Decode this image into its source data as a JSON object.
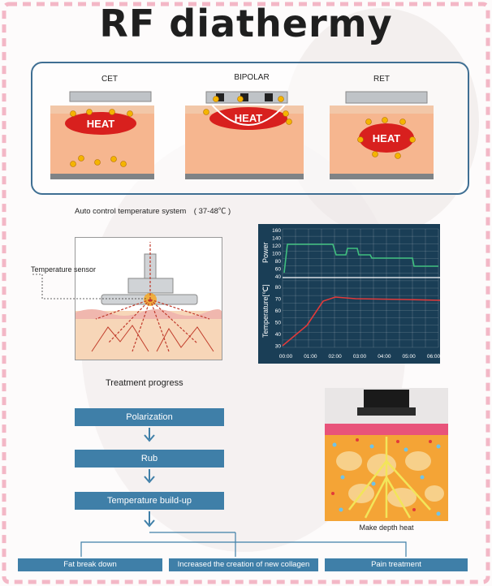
{
  "title": "RF diathermy",
  "rf_panels": [
    {
      "label": "CET",
      "heat": "HEAT"
    },
    {
      "label": "BIPOLAR",
      "heat": "HEAT"
    },
    {
      "label": "RET",
      "heat": "HEAT"
    }
  ],
  "auto_control_text": "Auto control temperature system　( 37-48℃ )",
  "sensor_label": "Temperature sensor",
  "chart": {
    "power_label": "Power",
    "temperature_label": "Temperature[℃]",
    "power_ticks": [
      "160",
      "140",
      "120",
      "100",
      "80",
      "60",
      "40"
    ],
    "temp_ticks": [
      "80",
      "70",
      "60",
      "50",
      "40",
      "30"
    ],
    "x_ticks": [
      "00:00",
      "01:00",
      "02:00",
      "03:00",
      "04:00",
      "05:00",
      "06:00"
    ]
  },
  "treatment_progress_label": "Treatment progress",
  "steps": [
    "Polarization",
    "Rub",
    "Temperature build-up"
  ],
  "outcomes": [
    "Fat break down",
    "Increased the creation of new collagen",
    "Pain treatment"
  ],
  "depth_label": "Make depth heat",
  "colors": {
    "accent": "#3f7fa8",
    "frame_border": "#3f6f93",
    "chart_bg": "#1a3e56"
  }
}
